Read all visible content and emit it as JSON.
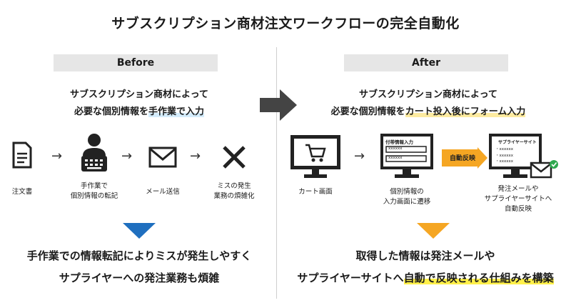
{
  "title": "サブスクリプション商材注文ワークフローの完全自動化",
  "before": {
    "header": "Before",
    "intro_line1": "サブスクリプション商材によって",
    "intro_line2_pre": "必要な個別情報を",
    "intro_line2_hl": "手作業で入力",
    "steps": [
      {
        "icon": "document-icon",
        "label_lines": [
          "注文書"
        ]
      },
      {
        "icon": "person-keyboard-icon",
        "label_lines": [
          "手作業で",
          "個別情報の転記"
        ]
      },
      {
        "icon": "mail-icon",
        "label_lines": [
          "メール送信"
        ]
      },
      {
        "icon": "cross-icon",
        "label_lines": [
          "ミスの発生",
          "業務の煩雑化"
        ]
      }
    ],
    "result_line1": "手作業での情報転記によりミスが発生しやすく",
    "result_line2": "サプライヤーへの発注業務も煩雑",
    "accent_color": "#1f6fbf"
  },
  "after": {
    "header": "After",
    "intro_line1": "サブスクリプション商材によって",
    "intro_line2_pre": "必要な個別情報を",
    "intro_line2_hl": "カート投入後にフォーム入力",
    "steps": [
      {
        "icon": "cart-monitor-icon",
        "label_lines": [
          "カート画面"
        ]
      },
      {
        "icon": "form-monitor-icon",
        "label_lines": [
          "個別情報の",
          "入力画面に遷移"
        ],
        "screen_title": "付帯情報入力",
        "fields": [
          "xxxxxx",
          "xxxxxx"
        ]
      },
      {
        "icon": "supplier-monitor-icon",
        "label_lines": [
          "発注メールや",
          "サプライヤーサイトへ",
          "自動反映"
        ],
        "screen_title": "サプライヤーサイト",
        "items": [
          "・xxxxxx",
          "・xxxxxx",
          "・xxxxxx"
        ]
      }
    ],
    "auto_badge": "自動反映",
    "result_line1": "取得した情報は発注メールや",
    "result_line2_pre": "サプライヤーサイトへ",
    "result_line2_hl": "自動で反映される仕組みを構築",
    "accent_color": "#f5a623"
  },
  "transition_arrow": "right-arrow-icon",
  "step_arrow": "→"
}
